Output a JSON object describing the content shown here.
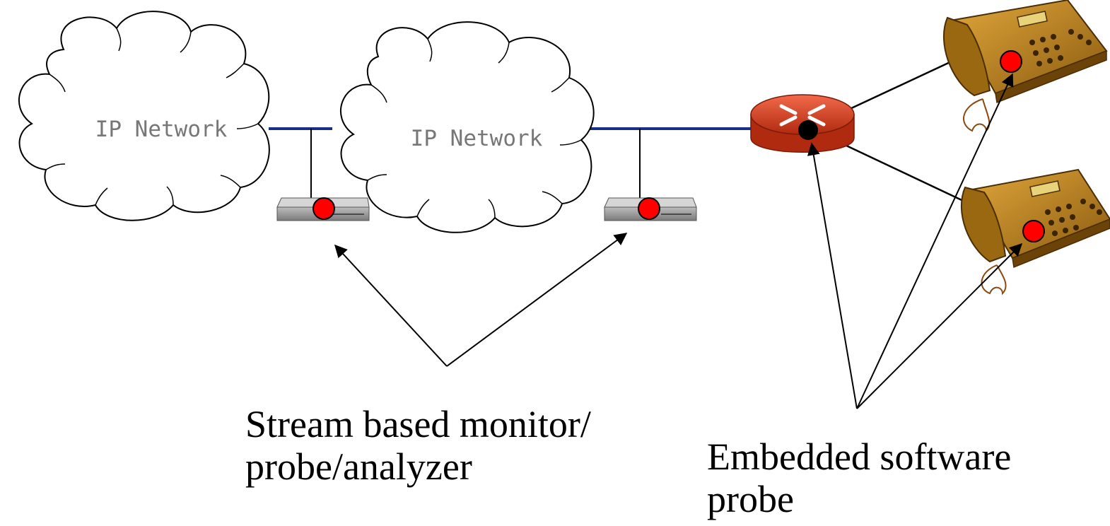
{
  "clouds": [
    {
      "label": "IP Network"
    },
    {
      "label": "IP Network"
    }
  ],
  "captions": {
    "stream_monitor": {
      "line1": "Stream based monitor/",
      "line2": "probe/analyzer"
    },
    "embedded_probe": {
      "line1": "Embedded software",
      "line2": "probe"
    }
  },
  "colors": {
    "link_line": "#1a2f8a",
    "probe_dot": "#ff0000",
    "router_body": "#d83a1a",
    "router_probe_dot": "#000000",
    "phone_body": "#b8860b",
    "monitor_box": "#9a9a9a"
  }
}
